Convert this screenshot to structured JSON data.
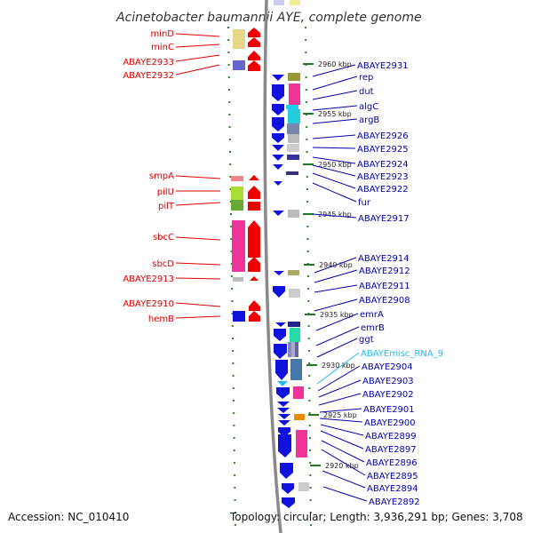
{
  "title": "Acinetobacter baumannii AYE, complete genome",
  "footer": {
    "accession": "Accession: NC_010410",
    "topology": "Topology: circular; Length: 3,936,291 bp; Genes: 3,708"
  },
  "colors": {
    "forward_label": "#dd0000",
    "reverse_label": "#0000aa",
    "rna_label": "#22bbee",
    "backbone": "#8a8a8a",
    "tick": "#227722"
  },
  "ticks": [
    {
      "label": "2960 kbp"
    },
    {
      "label": "2955 kbp"
    },
    {
      "label": "2950 kbp"
    },
    {
      "label": "2945 kbp"
    },
    {
      "label": "2940 kbp"
    },
    {
      "label": "2935 kbp"
    },
    {
      "label": "2930 kbp"
    },
    {
      "label": "2925 kbp"
    },
    {
      "label": "2920 kbp"
    }
  ],
  "left_labels": [
    "minD",
    "minC",
    "ABAYE2933",
    "ABAYE2932",
    "smpA",
    "pilU",
    "pilT",
    "sbcC",
    "sbcD",
    "ABAYE2913",
    "ABAYE2910",
    "hemB"
  ],
  "right_labels": [
    "ABAYE2931",
    "rep",
    "dut",
    "algC",
    "argB",
    "ABAYE2926",
    "ABAYE2925",
    "ABAYE2924",
    "ABAYE2923",
    "ABAYE2922",
    "fur",
    "ABAYE2917",
    "ABAYE2914",
    "ABAYE2912",
    "ABAYE2911",
    "ABAYE2908",
    "emrA",
    "emrB",
    "ggt",
    "ABAYEmisc_RNA_9",
    "ABAYE2904",
    "ABAYE2903",
    "ABAYE2902",
    "ABAYE2901",
    "ABAYE2900",
    "ABAYE2899",
    "ABAYE2897",
    "ABAYE2896",
    "ABAYE2895",
    "ABAYE2894",
    "ABAYE2892"
  ]
}
